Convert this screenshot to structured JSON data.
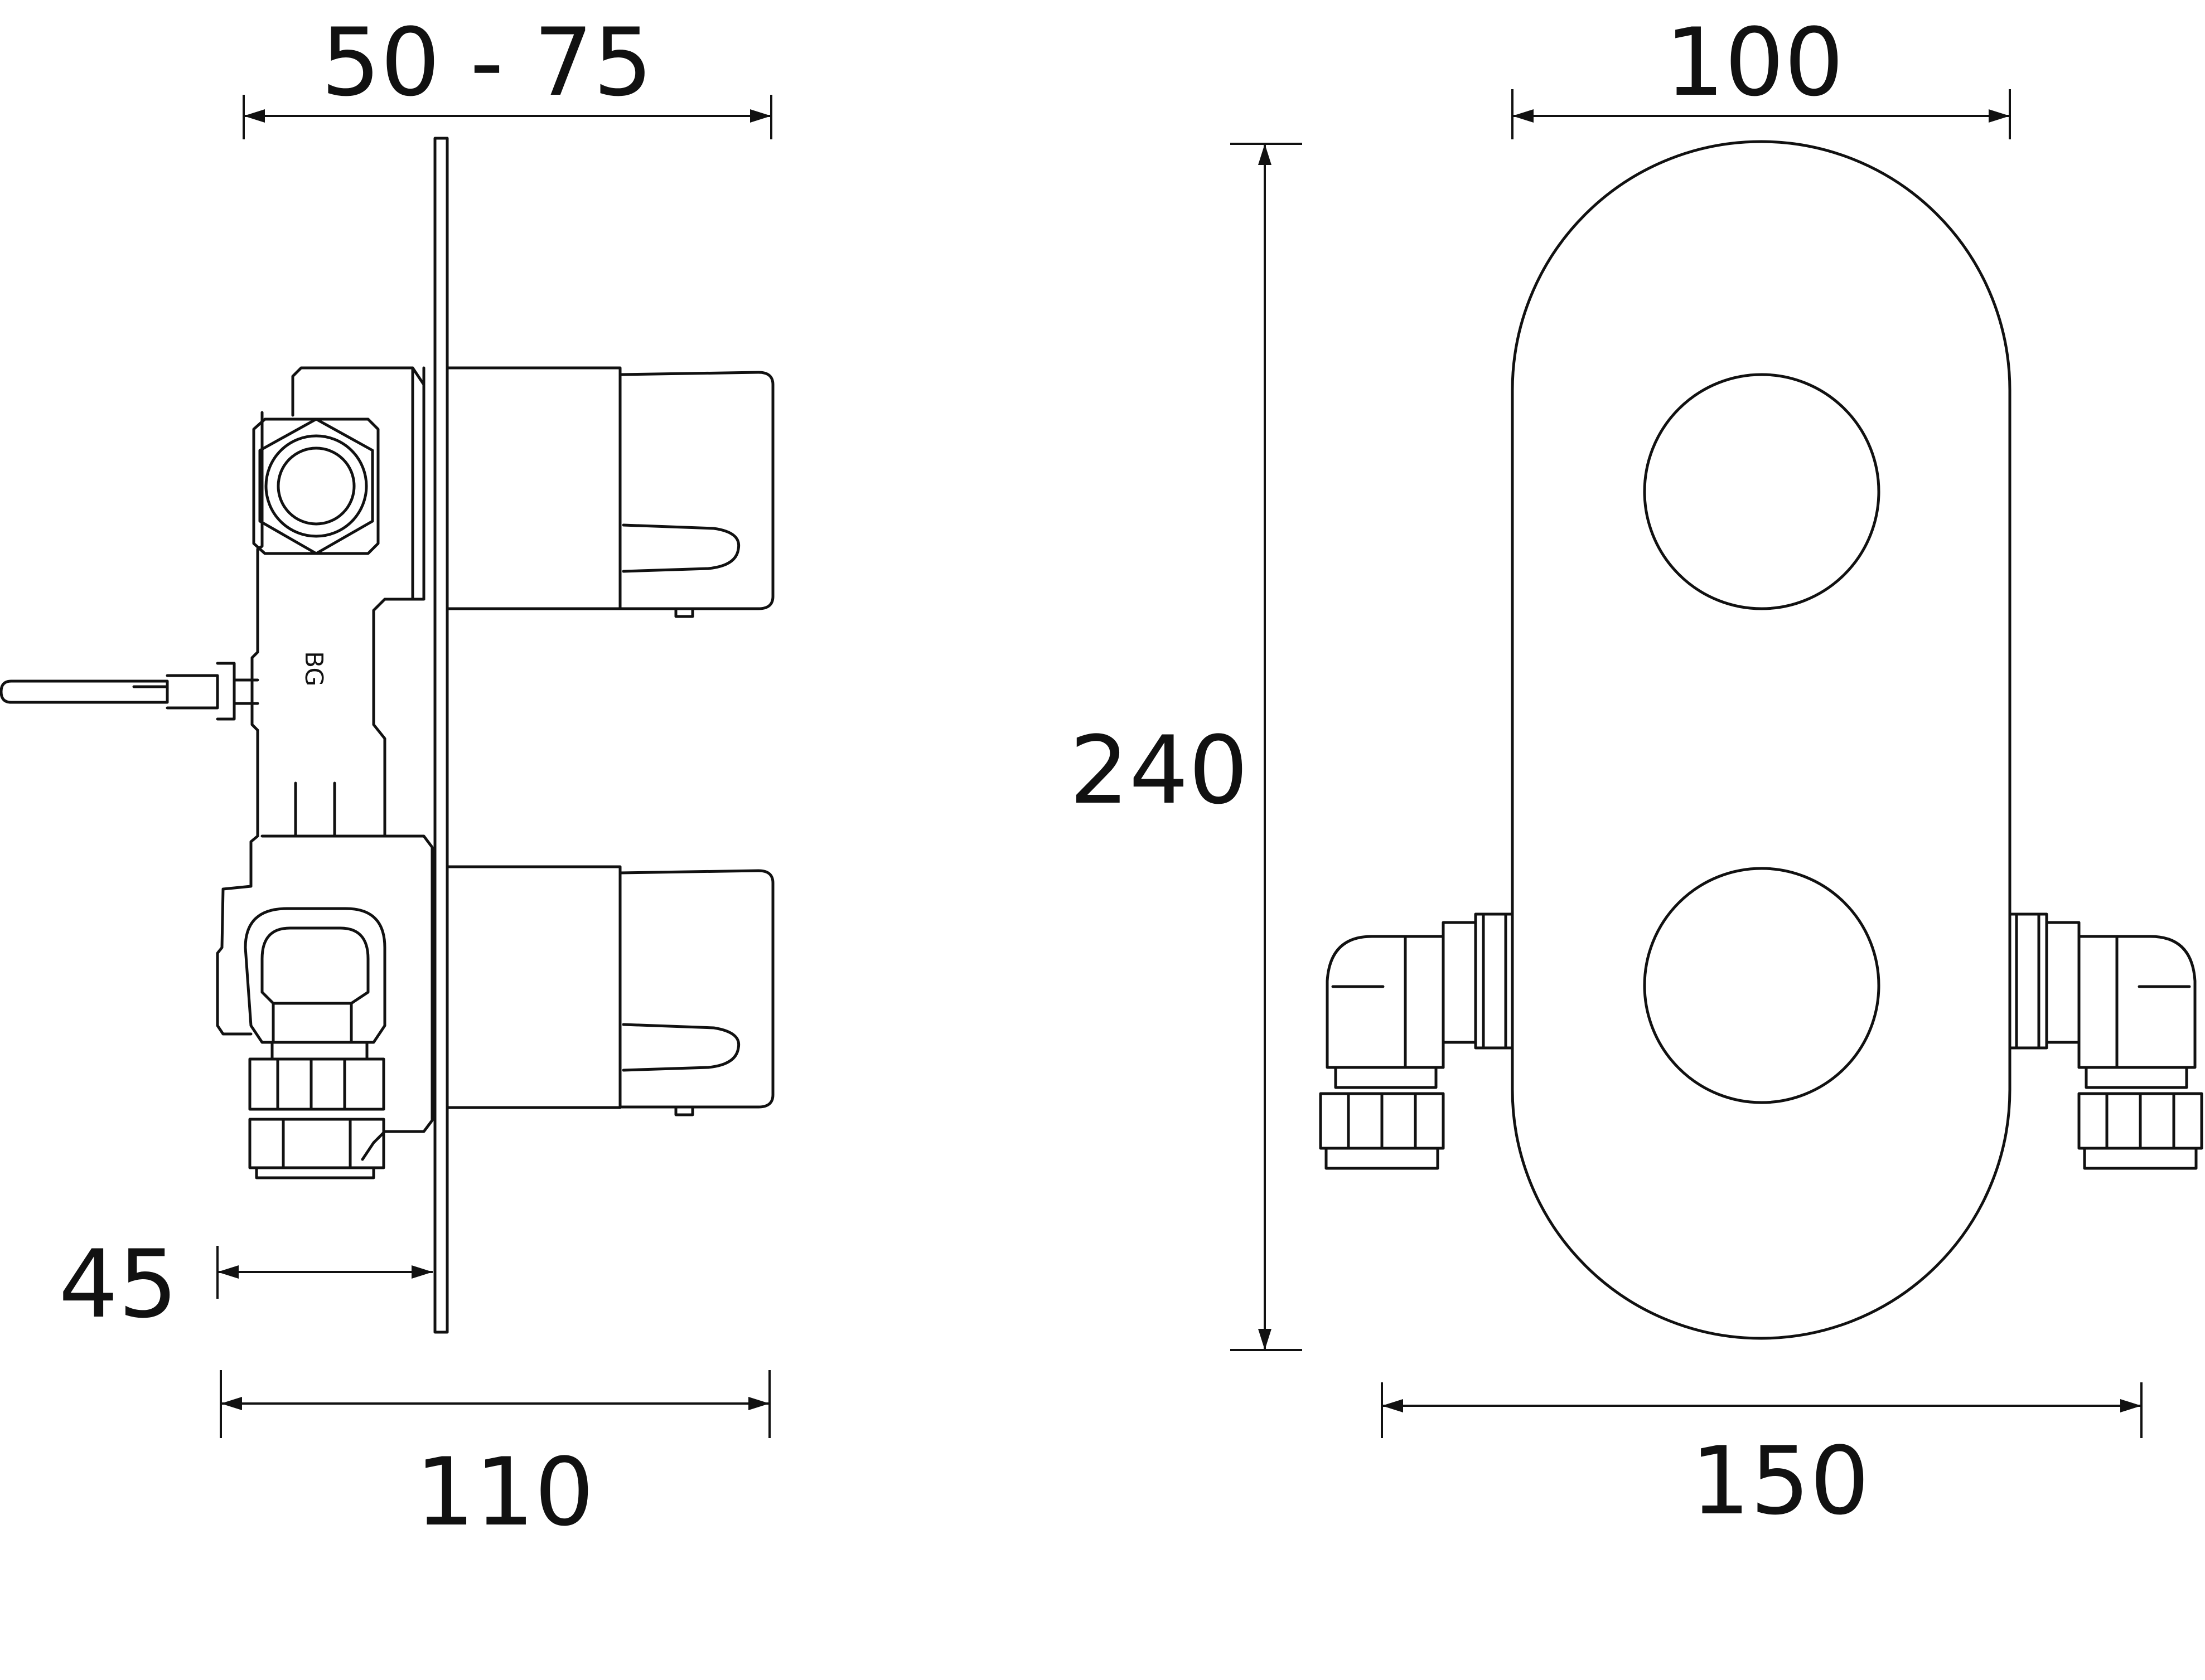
{
  "dimensions": {
    "side_depth_range": "50 - 75",
    "front_width_top": "100",
    "height": "240",
    "wall_offset": "45",
    "side_overall": "110",
    "front_overall": "150"
  },
  "brand_mark": "BG",
  "colors": {
    "line": "#111111",
    "background": "#ffffff"
  }
}
